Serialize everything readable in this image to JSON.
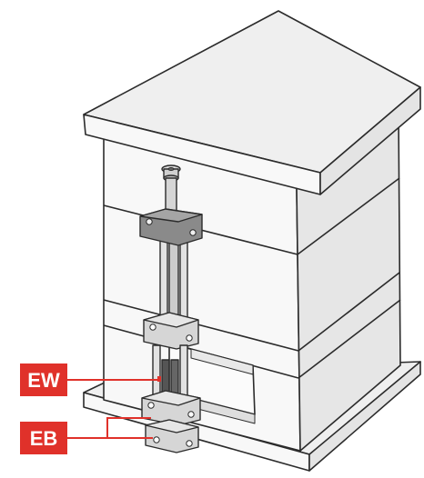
{
  "callouts": [
    {
      "id": "ew",
      "label": "EW"
    },
    {
      "id": "eb",
      "label": "EB"
    }
  ],
  "colors": {
    "callout": "#e0312a",
    "callout_text": "#ffffff",
    "outline": "#2b2b2b",
    "face_top": "#efefef",
    "face_left": "#f8f8f8",
    "face_right": "#e4e4e4",
    "clamp_dark": "#8a8a8a",
    "clamp_light": "#d6d6d6",
    "rod_dark": "#555555"
  }
}
